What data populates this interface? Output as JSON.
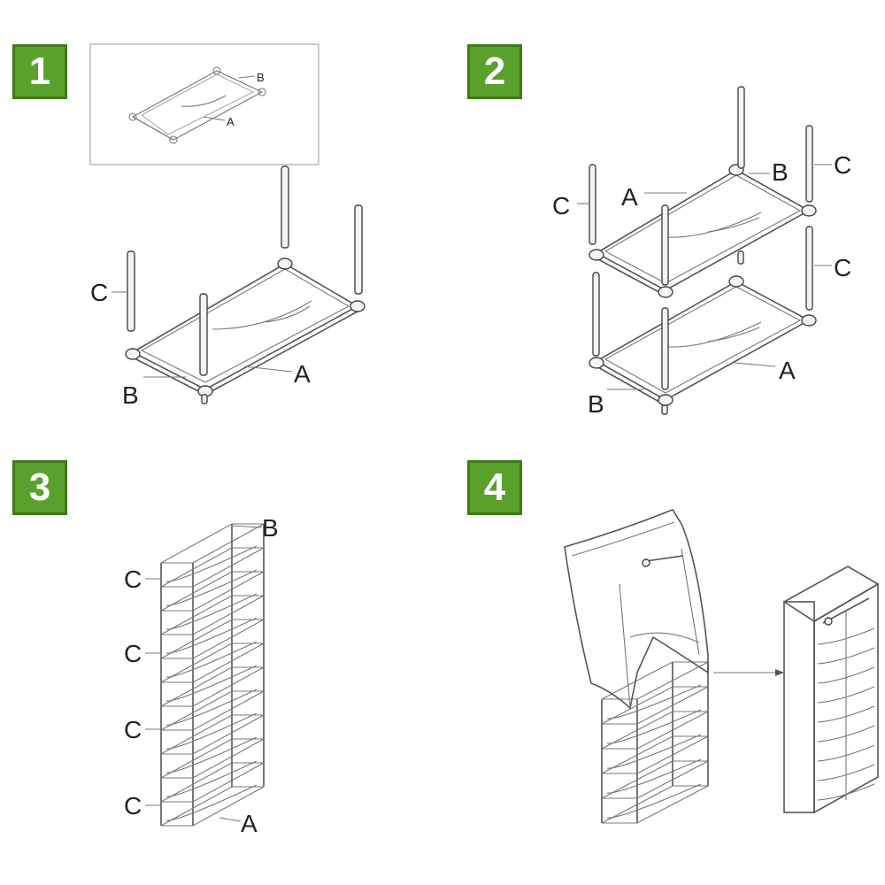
{
  "steps": [
    {
      "number": "1"
    },
    {
      "number": "2"
    },
    {
      "number": "3"
    },
    {
      "number": "4"
    }
  ],
  "labels": {
    "A": "A",
    "B": "B",
    "C": "C"
  }
}
